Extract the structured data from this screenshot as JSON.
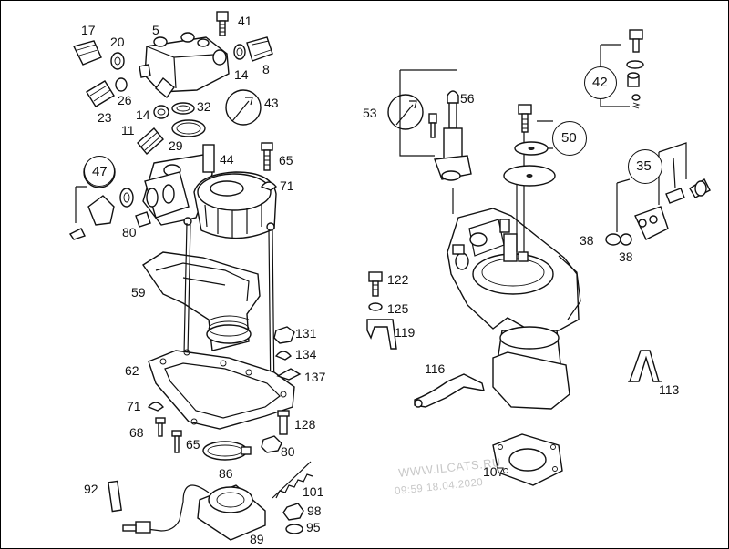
{
  "diagram": {
    "part_numbers": [
      "17",
      "20",
      "5",
      "41",
      "14",
      "8",
      "26",
      "23",
      "32",
      "43",
      "11",
      "14",
      "29",
      "44",
      "65",
      "71",
      "47",
      "80",
      "59",
      "131",
      "134",
      "137",
      "62",
      "71",
      "68",
      "65",
      "80",
      "128",
      "86",
      "92",
      "101",
      "98",
      "95",
      "89",
      "53",
      "56",
      "42",
      "50",
      "35",
      "38",
      "38",
      "122",
      "125",
      "119",
      "116",
      "113",
      "107"
    ],
    "callouts": [
      "47",
      "43",
      "53",
      "42",
      "50",
      "35"
    ]
  },
  "watermark": {
    "site": "WWW.ILCATS.RU",
    "timestamp": "09:59 18.04.2020"
  }
}
